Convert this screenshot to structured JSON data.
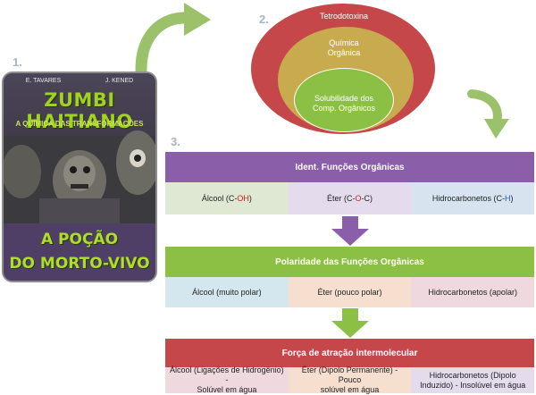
{
  "steps": [
    "1.",
    "2.",
    "3."
  ],
  "cover": {
    "author_left": "E. TAVARES",
    "author_right": "J. KENED",
    "title_line1": "ZUMBI HAITIANO",
    "subtitle": "A QUÍMICA DAS TRANSFORMAÇÕES",
    "title_line2": "A POÇÃO",
    "title_line3": "DO MORTO-VIVO"
  },
  "ellipses": {
    "outer": "Tetrodotoxina",
    "middle_line1": "Química",
    "middle_line2": "Orgânica",
    "inner_line1": "Solubilidade dos",
    "inner_line2": "Comp. Orgânicos"
  },
  "rows": [
    {
      "title": "Ident. Funções Orgânicas",
      "cells": [
        {
          "prefix": "Álcool (",
          "a": "C-",
          "b": "OH",
          "suffix": ")"
        },
        {
          "prefix": "Éter (",
          "a": "C-",
          "b": "O",
          "c": "-C",
          "suffix": ")"
        },
        {
          "prefix": "Hidrocarbonetos (",
          "a": "C-",
          "b": "H",
          "suffix": ")"
        }
      ]
    },
    {
      "title": "Polaridade das Funções Orgânicas",
      "cells": [
        "Álcool (muito polar)",
        "Éter (pouco polar)",
        "Hidrocarbonetos (apolar)"
      ]
    },
    {
      "title": "Força de atração intermolecular",
      "cells": [
        {
          "line1": "Álcool (Ligações de Hidrogênio) -",
          "line2": "Solúvel em água"
        },
        {
          "line1": "Éter (Dipolo Permanente) - Pouco",
          "line2": "solúvel em água"
        },
        {
          "line1": "Hidrocarbonetos (Dipolo",
          "line2": "Induzido) - Insolúvel em água"
        }
      ]
    }
  ],
  "colors": {
    "purple": "#8a5ea8",
    "green": "#8cc045",
    "red": "#c6474a",
    "cell_green": "#dfe8d2",
    "cell_lilac": "#e4dcec",
    "cell_blue": "#d7e3ef",
    "cell_cyan": "#d4e6ee",
    "cell_peach": "#f6dfcf",
    "cell_rose": "#efd9df",
    "arrow_green": "#9bc26b",
    "arrow_purple": "#8a5ea8",
    "arrow_olive": "#8cc045"
  }
}
